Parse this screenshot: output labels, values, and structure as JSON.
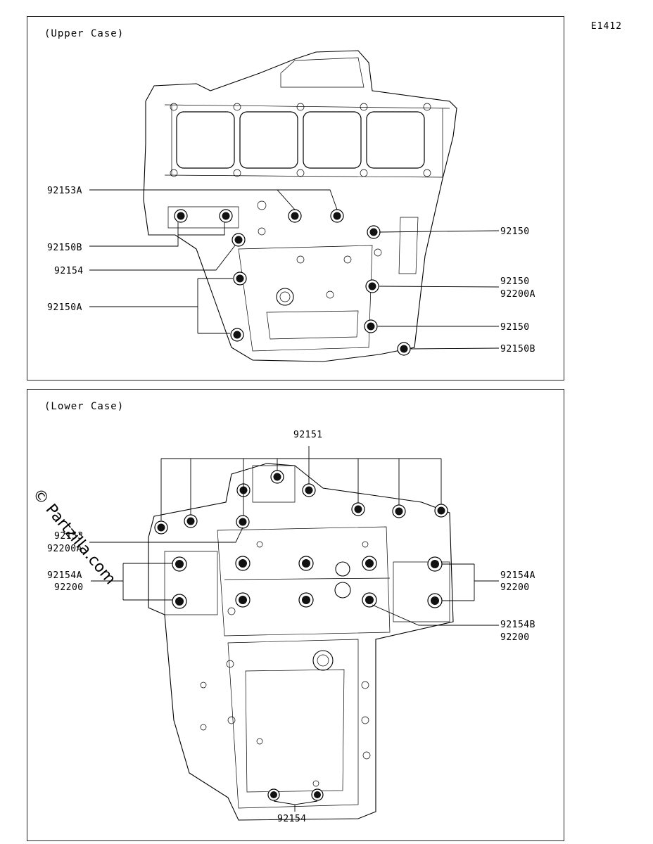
{
  "diagram_code": "E1412",
  "watermark": "© Partzilla.com",
  "upper": {
    "title": "(Upper Case)",
    "labels": {
      "l92153A": "92153A",
      "l92150B_left": "92150B",
      "l92154": "92154",
      "l92150A": "92150A",
      "r92150_a": "92150",
      "r92150_b": "92150",
      "r92200A": "92200A",
      "r92150_c": "92150",
      "r92150B": "92150B"
    }
  },
  "lower": {
    "title": "(Lower Case)",
    "labels": {
      "top92151": "92151",
      "l92153": "92153",
      "l92200A": "92200A",
      "l92154A": "92154A",
      "l92200": "92200",
      "r92154A": "92154A",
      "r92200": "92200",
      "r92154B": "92154B",
      "r92200b": "92200",
      "bottom92154": "92154"
    }
  }
}
